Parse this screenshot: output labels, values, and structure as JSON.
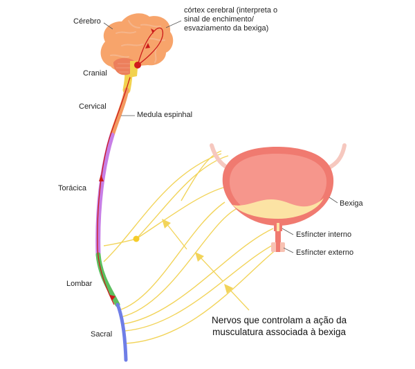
{
  "labels": {
    "brain": "Cérebro",
    "cortex_note": "córtex cerebral (interpreta o\nsinal de enchimento/\nesvaziamento da bexiga)",
    "cranial": "Cranial",
    "cervical": "Cervical",
    "spinal_cord": "Medula espinhal",
    "thoracic": "Torácica",
    "lumbar": "Lombar",
    "sacral": "Sacral",
    "bladder": "Bexiga",
    "internal_sphincter": "Esfíncter interno",
    "external_sphincter": "Esfíncter externo",
    "nerves_caption": "Nervos que controlam a ação da\nmusculatura associada à bexiga"
  },
  "colors": {
    "brain": "#f7a46b",
    "brainstem": "#f2d24f",
    "cervical": "#f39a60",
    "thoracic": "#c77ee6",
    "lumbar": "#5cbf5f",
    "sacral": "#6f7ee6",
    "nerve": "#f2d45a",
    "bladder_wall": "#f07a70",
    "bladder_inner": "#f6968c",
    "urine": "#fce3a4",
    "signal": "#cc1b1b"
  }
}
